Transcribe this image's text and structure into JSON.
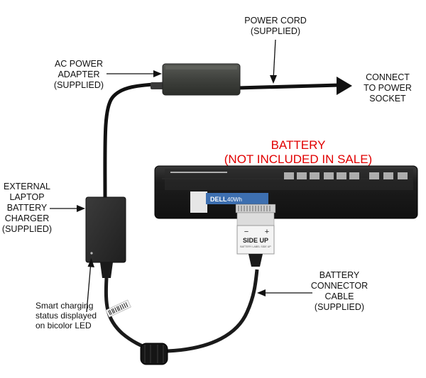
{
  "labels": {
    "power_cord": [
      "POWER CORD",
      "(SUPPLIED)"
    ],
    "ac_adapter": [
      "AC POWER",
      "ADAPTER",
      "(SUPPLIED)"
    ],
    "connect": [
      "CONNECT",
      "TO POWER",
      "SOCKET"
    ],
    "battery": [
      "BATTERY",
      "(NOT INCLUDED IN SALE)"
    ],
    "charger": [
      "EXTERNAL",
      "LAPTOP",
      "BATTERY",
      "CHARGER",
      "(SUPPLIED)"
    ],
    "connector_cable": [
      "BATTERY",
      "CONNECTOR",
      "CABLE",
      "(SUPPLIED)"
    ],
    "led_status": [
      "Smart charging",
      "status displayed",
      "on bicolor LED"
    ]
  },
  "connector_face": {
    "minus": "−",
    "plus": "+",
    "side_up": "SIDE UP",
    "small_print": "BATTERY LABEL SIDE UP"
  },
  "battery_label": {
    "brand": "DELL",
    "capacity": "40Wh"
  },
  "colors": {
    "battery_label_text": "#e10000",
    "device_body": "#2b2b2b",
    "battery_blue_label": "#3d6fb0"
  }
}
